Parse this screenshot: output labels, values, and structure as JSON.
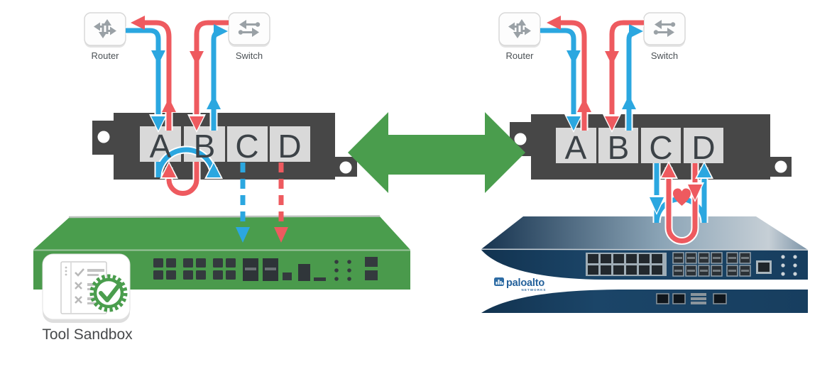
{
  "colors": {
    "blue": "#2BA7E0",
    "red": "#EE5A5F",
    "green": "#4A9D4D",
    "green_front": "#4A9A4C",
    "panel_gray": "#474747",
    "port_gray": "#D9D9D9",
    "port_letter": "#3C4247",
    "label_gray": "#4C5256",
    "icon_gray": "#9AA1A6",
    "navy": "#1A4365",
    "navy_dark": "#133A5C",
    "logo_blue": "#24619B"
  },
  "left": {
    "router": {
      "label": "Router"
    },
    "switch": {
      "label": "Switch"
    },
    "patch_panel": {
      "ports": [
        "A",
        "B",
        "C",
        "D"
      ]
    },
    "appliance": {
      "label": "Tool Sandbox"
    }
  },
  "right": {
    "router": {
      "label": "Router"
    },
    "switch": {
      "label": "Switch"
    },
    "patch_panel": {
      "ports": [
        "A",
        "B",
        "C",
        "D"
      ]
    },
    "appliance": {
      "brand": "paloalto",
      "brand_sub": "NETWORKS"
    }
  }
}
